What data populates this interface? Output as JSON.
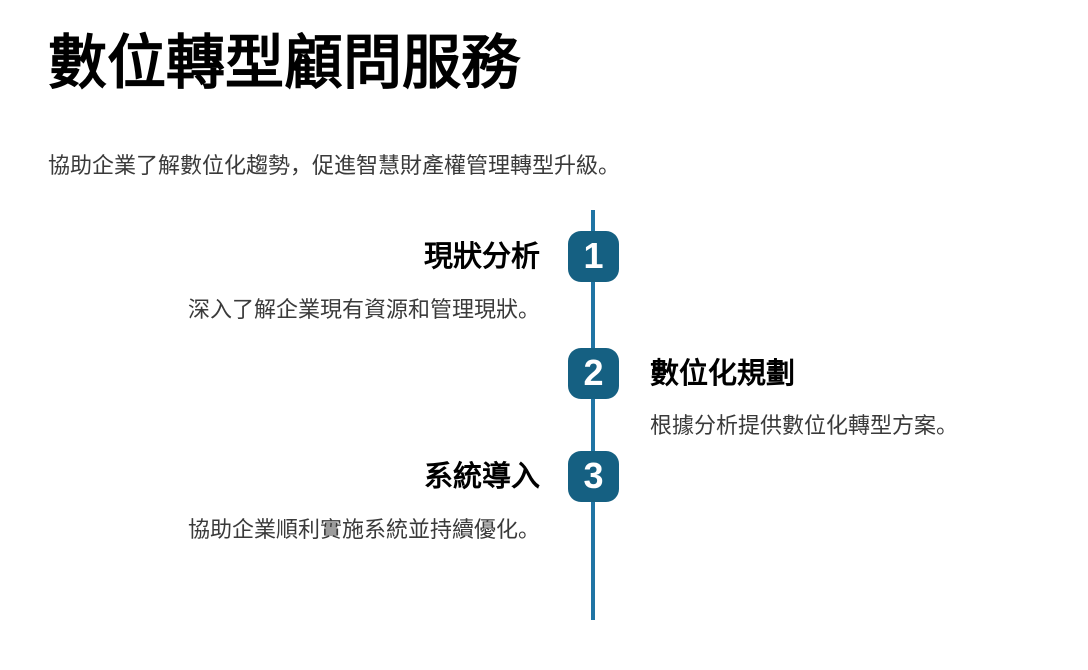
{
  "page": {
    "title": "數位轉型顧問服務",
    "subtitle": "協助企業了解數位化趨勢，促進智慧財產權管理轉型升級。"
  },
  "timeline": {
    "steps": [
      {
        "number": "1",
        "title": "現狀分析",
        "description": "深入了解企業現有資源和管理現狀。",
        "side": "left"
      },
      {
        "number": "2",
        "title": "數位化規劃",
        "description": "根據分析提供數位化轉型方案。",
        "side": "right"
      },
      {
        "number": "3",
        "title": "系統導入",
        "description": "協助企業順利實施系統並持續優化。",
        "side": "left"
      }
    ]
  },
  "colors": {
    "badge_fill": "#156082",
    "line": "#2074a4",
    "badge_number": "#ffffff",
    "title_text": "#000000",
    "body_text": "#3a3a3a"
  }
}
